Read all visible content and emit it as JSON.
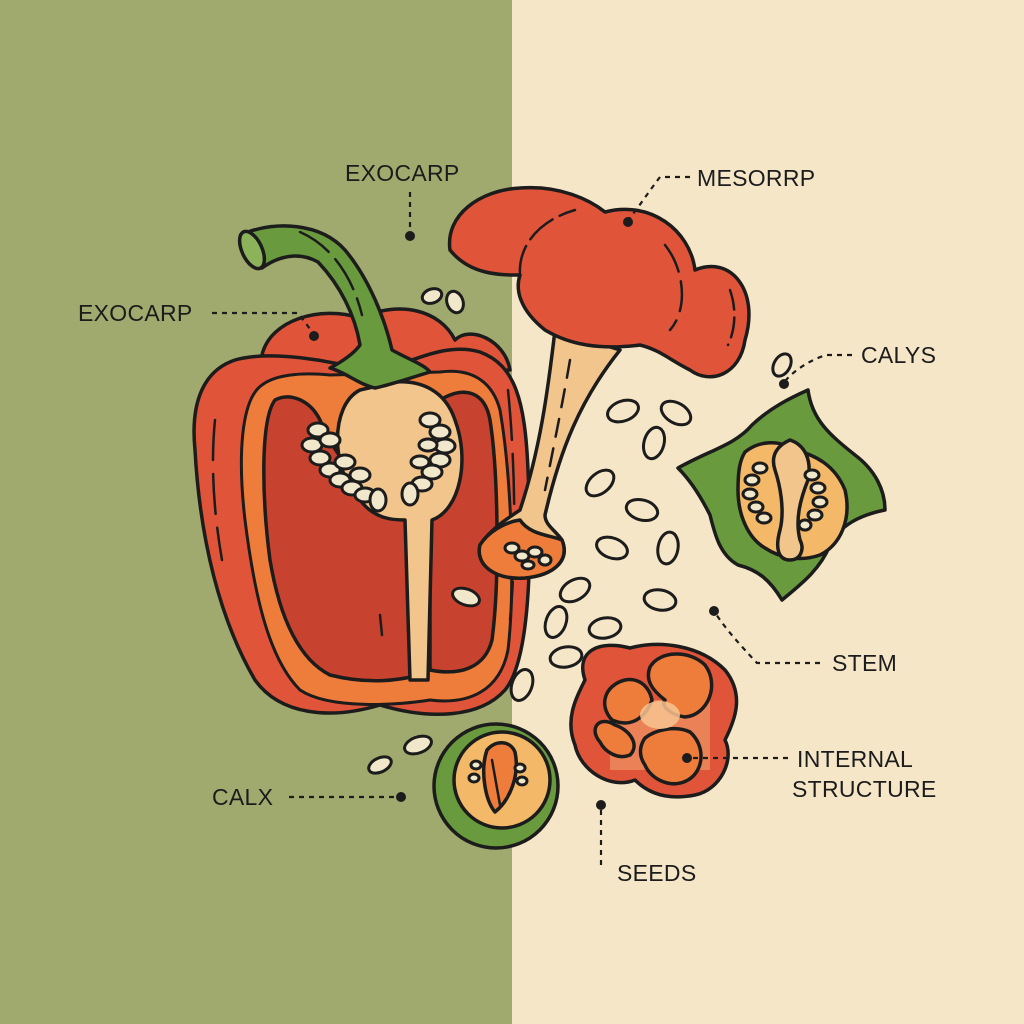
{
  "diagram": {
    "subject": "Bell pepper anatomy (cross-section illustration)",
    "background": {
      "left_color": "#a0aa6e",
      "right_color": "#f5e6c8"
    },
    "colors": {
      "pepper_red": "#e0553a",
      "pepper_inner_red": "#c8432f",
      "pepper_orange": "#ee7d3c",
      "flesh_tan": "#f2c58c",
      "stem_green": "#6a9a3e",
      "seed_cream": "#f1e8cc",
      "outline": "#1c1c1c"
    },
    "labels": [
      {
        "id": "exocarp-top",
        "text": "EXOCARP"
      },
      {
        "id": "mesorrp",
        "text": "MESORRP"
      },
      {
        "id": "exocarp-left",
        "text": "EXOCARP"
      },
      {
        "id": "calys",
        "text": "CALYS"
      },
      {
        "id": "stem",
        "text": "STEM"
      },
      {
        "id": "internal-structure",
        "text": "INTERNAL\nSTRUCTURE",
        "line1": "INTERNAL",
        "line2": "STRUCTURE"
      },
      {
        "id": "calx",
        "text": "CALX"
      },
      {
        "id": "seeds",
        "text": "SEEDS"
      }
    ],
    "parts": [
      "halved-bell-pepper",
      "mushroom-shaped-placenta-segment",
      "green-star-cross-section",
      "small-round-cross-section",
      "four-lobed-cross-section",
      "scattered-seeds"
    ]
  }
}
